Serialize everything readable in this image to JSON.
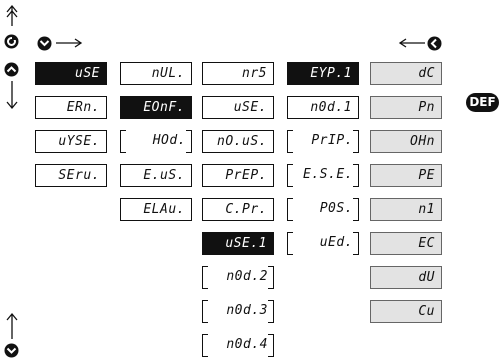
{
  "badge": "DEF",
  "col1": [
    "uSE",
    "ERn.",
    "uYSE.",
    "SEru."
  ],
  "col2": [
    "nUL.",
    "EOnF.",
    "HOd.",
    "E.uS.",
    "ELAu."
  ],
  "col3": [
    "nr5",
    "uSE.",
    "nO.uS.",
    "PrEP.",
    "C.Pr.",
    "uSE.1",
    "n0d.2",
    "n0d.3",
    "n0d.4"
  ],
  "col4": [
    "EYP.1",
    "n0d.1",
    "PrIP.",
    "E.S.E.",
    "P0S.",
    "uEd."
  ],
  "col5": [
    "dC",
    "Pn",
    "OHn",
    "PE",
    "n1",
    "EC",
    "dU",
    "Cu"
  ]
}
